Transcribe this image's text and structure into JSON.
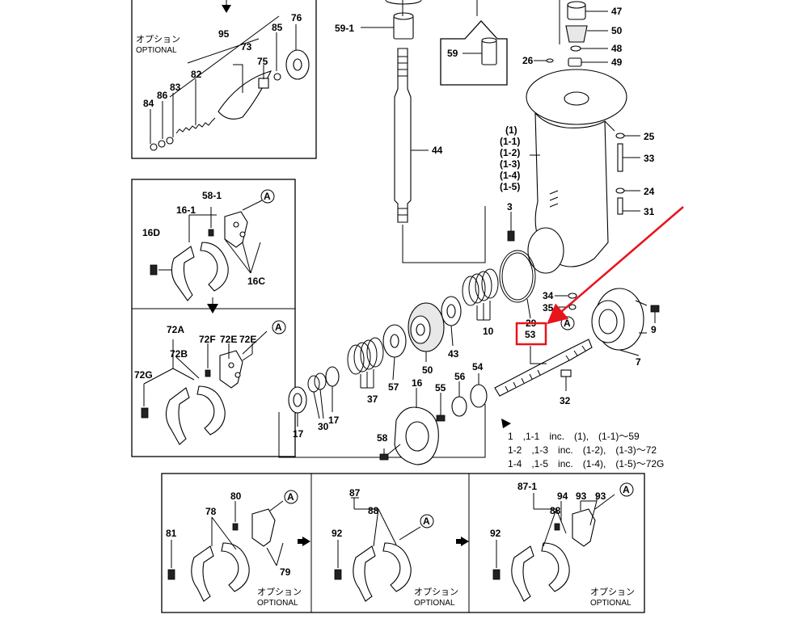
{
  "callouts": {
    "c59_1": "59-1",
    "c59": "59",
    "c44": "44",
    "c47": "47",
    "c50": "50",
    "c48": "48",
    "c49": "49",
    "c26": "26",
    "c1": "(1)",
    "c1_1": "(1-1)",
    "c1_2": "(1-2)",
    "c1_3": "(1-3)",
    "c1_4": "(1-4)",
    "c1_5": "(1-5)",
    "c25": "25",
    "c33": "33",
    "c24": "24",
    "c31": "31",
    "c3": "3",
    "c34": "34",
    "c35": "35",
    "c29": "29",
    "c53": "53",
    "c9": "9",
    "c7": "7",
    "c10": "10",
    "c43": "43",
    "c50b": "50",
    "c57": "57",
    "c37": "37",
    "c16": "16",
    "c55": "55",
    "c56": "56",
    "c54": "54",
    "c32": "32",
    "c58": "58",
    "c17a": "17",
    "c30": "30",
    "c17b": "17",
    "c95": "95",
    "c76": "76",
    "c85": "85",
    "c73": "73",
    "c75": "75",
    "c82": "82",
    "c84": "84",
    "c86": "86",
    "c83": "83",
    "c58_1": "58-1",
    "c16_1": "16-1",
    "c16d": "16D",
    "c16c": "16C",
    "cA1": "A",
    "c72a": "72A",
    "c72f": "72F",
    "c72e1": "72E",
    "c72e2": "72E",
    "c72b": "72B",
    "c72g": "72G",
    "cA2": "A",
    "c80": "80",
    "c78": "78",
    "c81": "81",
    "c79": "79",
    "cA3": "A",
    "c87": "87",
    "c88a": "88",
    "c92a": "92",
    "cA4": "A",
    "c87_1": "87-1",
    "c94": "94",
    "c93a": "93",
    "c93b": "93",
    "c88b": "88",
    "c92b": "92",
    "cA5": "A"
  },
  "circle_a_main": "A",
  "option_labels": {
    "jp": "オプション",
    "en": "OPTIONAL"
  },
  "notes": [
    "1　,1-1　inc.　(1),　(1-1)〜59",
    "1-2　,1-3　inc.　(1-2),　(1-3)〜72",
    "1-4　,1-5　inc.　(1-4),　(1-5)〜72G"
  ],
  "highlight": {
    "label": "53",
    "color": "#e8141c"
  }
}
